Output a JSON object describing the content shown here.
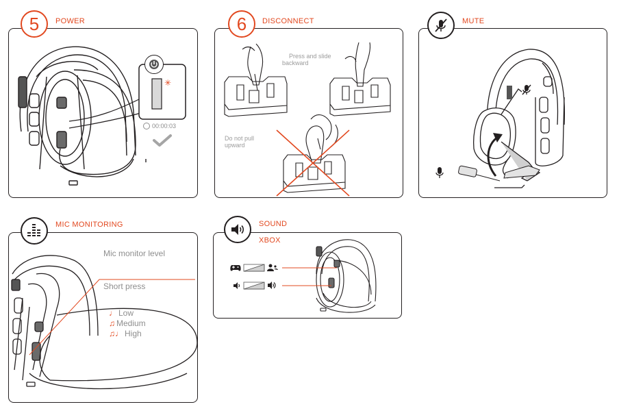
{
  "colors": {
    "accent": "#e2481f",
    "ink": "#231f20",
    "muted": "#9b9b9b"
  },
  "power": {
    "step": "5",
    "title": "POWER",
    "timer": "00:00:03",
    "icons": [
      "power-icon",
      "led-blink-icon",
      "clock-icon",
      "checkmark-icon"
    ]
  },
  "disconnect": {
    "step": "6",
    "title": "DISCONNECT",
    "press_slide_line1": "Press and slide",
    "press_slide_line2": "backward",
    "no_pull_line1": "Do not pull",
    "no_pull_line2": "upward"
  },
  "mute": {
    "title": "MUTE",
    "icons": [
      "mic-muted-icon",
      "mic-icon"
    ]
  },
  "mic_monitoring": {
    "title": "MIC MONITORING",
    "level_label": "Mic monitor level",
    "press_label": "Short press",
    "levels": [
      "Low",
      "Medium",
      "High"
    ],
    "icons": [
      "equalizer-icon",
      "music-note-icon"
    ]
  },
  "sound": {
    "title": "SOUND",
    "platform": "XBOX",
    "icons": [
      "speaker-icon",
      "gamepad-icon",
      "people-icon",
      "volume-low-icon",
      "volume-high-icon"
    ]
  }
}
